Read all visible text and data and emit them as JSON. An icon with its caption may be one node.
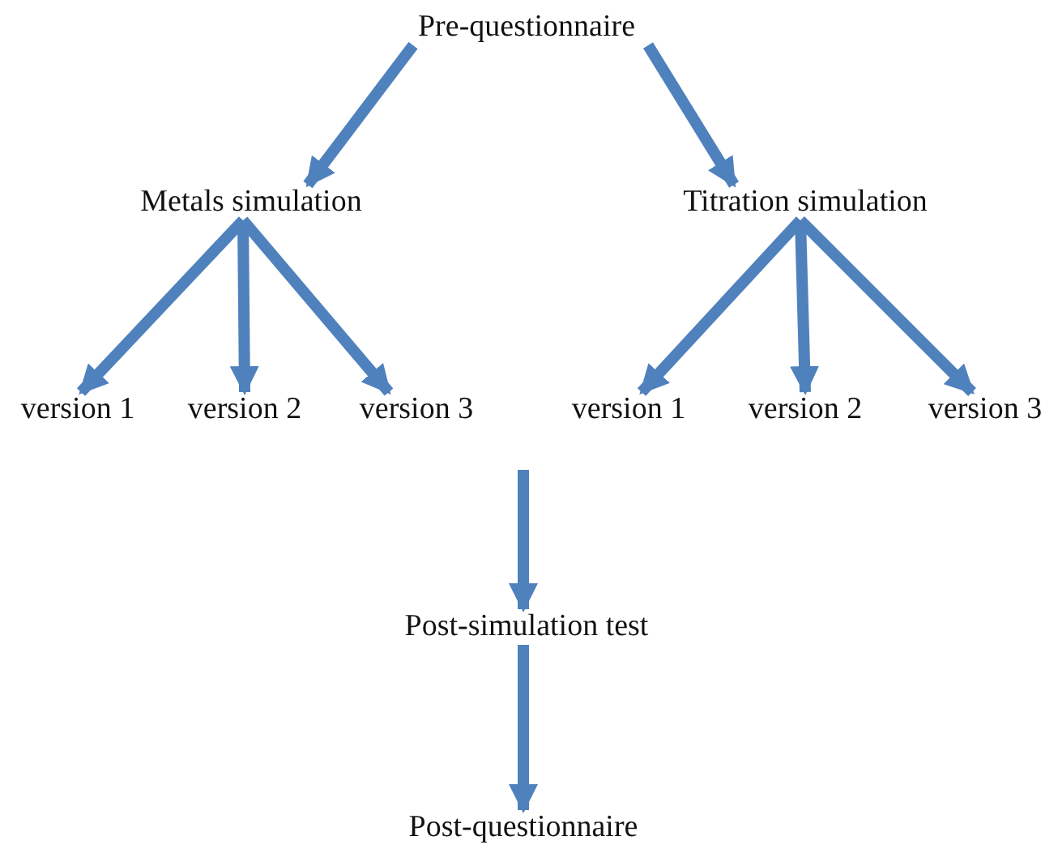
{
  "diagram": {
    "nodes": [
      {
        "text": [
          "Pre-questionnaire"
        ]
      },
      {
        "text": [
          "Metals simulation"
        ]
      },
      {
        "text": [
          "Titration simulation"
        ]
      },
      {
        "text": [
          "version 1"
        ]
      },
      {
        "text": [
          "version 2"
        ]
      },
      {
        "text": [
          "version 3"
        ]
      },
      {
        "text": [
          "version 1"
        ]
      },
      {
        "text": [
          "version 2"
        ]
      },
      {
        "text": [
          "version 3"
        ]
      },
      {
        "text": [
          "Post-simulation test"
        ]
      },
      {
        "text": [
          "Post-questionnaire"
        ]
      }
    ],
    "edges": [
      {
        "from": 0,
        "to": 1,
        "arrow": "to"
      },
      {
        "from": 0,
        "to": 2,
        "arrow": "to"
      },
      {
        "from": 1,
        "to": 3,
        "arrow": "to"
      },
      {
        "from": 1,
        "to": 4,
        "arrow": "to"
      },
      {
        "from": 1,
        "to": 5,
        "arrow": "to"
      },
      {
        "from": 2,
        "to": 6,
        "arrow": "to"
      },
      {
        "from": 2,
        "to": 7,
        "arrow": "to"
      },
      {
        "from": 2,
        "to": 8,
        "arrow": "to"
      },
      {
        "from": null,
        "to": 9,
        "arrow": "to"
      },
      {
        "from": 9,
        "to": 10,
        "arrow": "to"
      }
    ]
  }
}
